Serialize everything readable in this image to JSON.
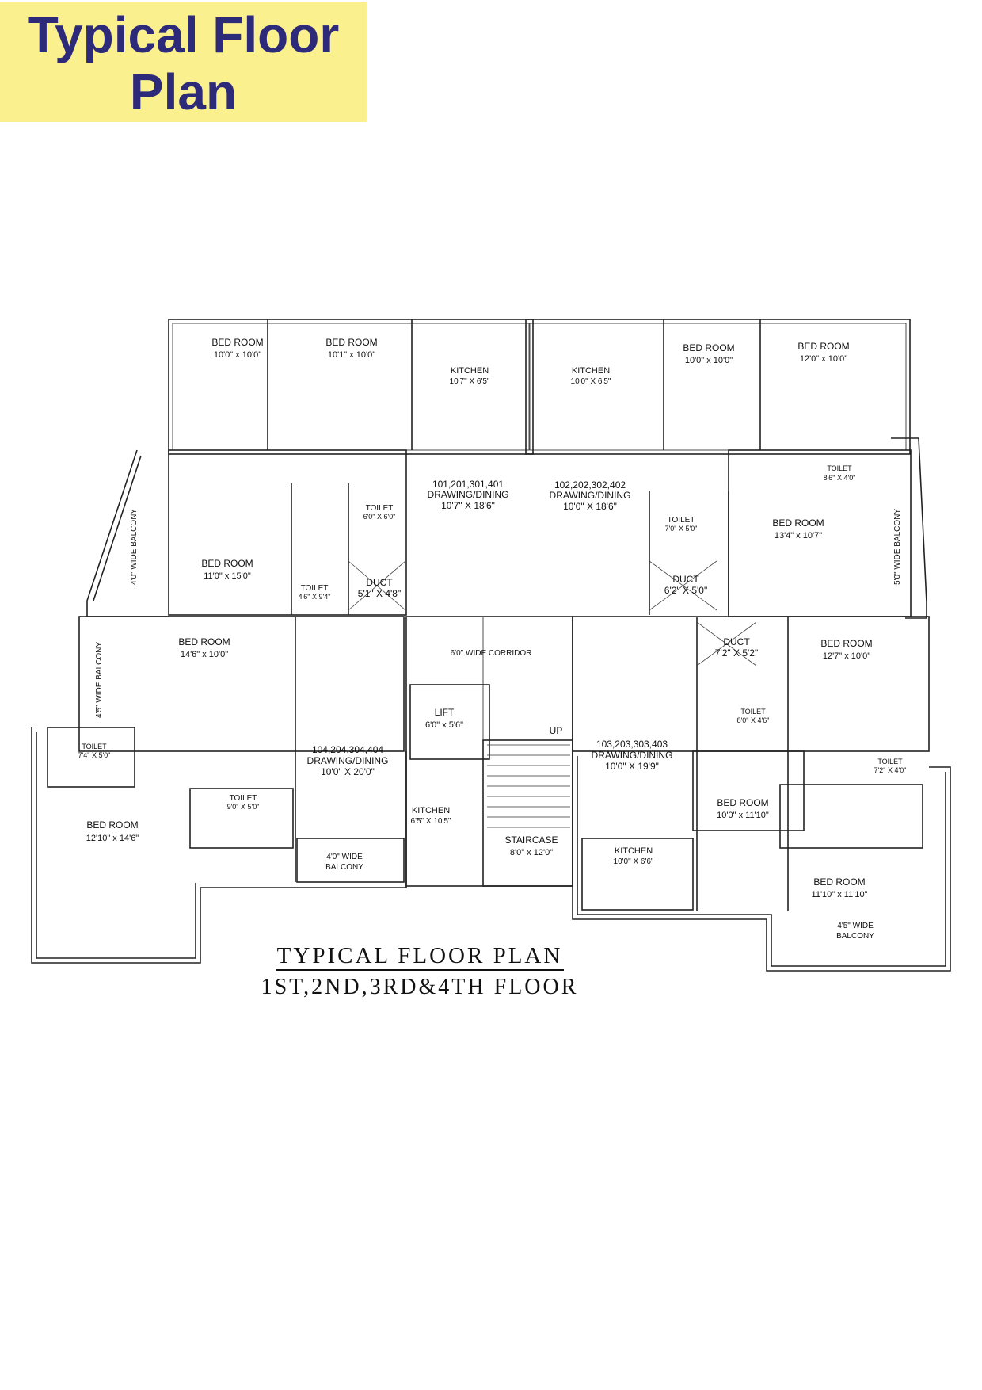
{
  "header": {
    "title_line1": "Typical Floor",
    "title_line2": "Plan",
    "background_color": "#fbf08e",
    "text_color": "#2e2a7a"
  },
  "caption": {
    "line1": "TYPICAL  FLOOR PLAN",
    "line2": "1ST,2ND,3RD&4TH  FLOOR"
  },
  "rooms": {
    "bed1": {
      "name": "BED ROOM",
      "size": "10'0\" x 10'0\""
    },
    "bed2": {
      "name": "BED ROOM",
      "size": "10'1\" x 10'0\""
    },
    "kitchen1": {
      "name": "KITCHEN",
      "size": "10'7\" X 6'5\""
    },
    "kitchen2": {
      "name": "KITCHEN",
      "size": "10'0\" X 6'5\""
    },
    "bed3": {
      "name": "BED ROOM",
      "size": "10'0\" x 10'0\""
    },
    "bed4": {
      "name": "BED ROOM",
      "size": "12'0\" x 10'0\""
    },
    "toilet_ne": {
      "name": "TOILET",
      "size": "8'6\" X 4'0\""
    },
    "drawing101": {
      "units": "101,201,301,401",
      "name": "DRAWING/DINING",
      "size": "10'7\" X 18'6\""
    },
    "drawing102": {
      "units": "102,202,302,402",
      "name": "DRAWING/DINING",
      "size": "10'0\" X 18'6\""
    },
    "toilet_a": {
      "name": "TOILET",
      "size": "6'0\" X 6'0\""
    },
    "toilet_b": {
      "name": "TOILET",
      "size": "4'6\" X 9'4\""
    },
    "duct1": {
      "name": "DUCT",
      "size": "5'1\" X 4'8\""
    },
    "toilet_c": {
      "name": "TOILET",
      "size": "7'0\" X 5'0\""
    },
    "duct2": {
      "name": "DUCT",
      "size": "6'2\" X 5'0\""
    },
    "bed5": {
      "name": "BED ROOM",
      "size": "13'4\" x 10'7\""
    },
    "bed6": {
      "name": "BED ROOM",
      "size": "11'0\" x 15'0\""
    },
    "balcony_w": {
      "label": "4'0\" WIDE BALCONY"
    },
    "balcony_e": {
      "label": "5'0\" WIDE BALCONY"
    },
    "bed7": {
      "name": "BED ROOM",
      "size": "14'6\" x 10'0\""
    },
    "balcony_w2": {
      "label": "4'5\" WIDE BALCONY"
    },
    "corridor": {
      "label": "6'0\" WIDE CORRIDOR"
    },
    "duct3": {
      "name": "DUCT",
      "size": "7'2\" X 5'2\""
    },
    "bed8": {
      "name": "BED ROOM",
      "size": "12'7\" x 10'0\""
    },
    "lift": {
      "name": "LIFT",
      "size": "6'0\" x 5'6\""
    },
    "up": {
      "label": "UP"
    },
    "toilet_d": {
      "name": "TOILET",
      "size": "8'0\" X 4'6\""
    },
    "toilet_e": {
      "name": "TOILET",
      "size": "7'4\" X 5'0\""
    },
    "drawing104": {
      "units": "104,204,304,404",
      "name": "DRAWING/DINING",
      "size": "10'0\" X 20'0\""
    },
    "drawing103": {
      "units": "103,203,303,403",
      "name": "DRAWING/DINING",
      "size": "10'0\" X 19'9\""
    },
    "toilet_f": {
      "name": "TOILET",
      "size": "7'2\" X 4'0\""
    },
    "toilet_g": {
      "name": "TOILET",
      "size": "9'0\" X 5'0\""
    },
    "kitchen3": {
      "name": "KITCHEN",
      "size": "6'5\" X 10'5\""
    },
    "bed9": {
      "name": "BED ROOM",
      "size": "10'0\" x 11'10\""
    },
    "bed10": {
      "name": "BED ROOM",
      "size": "12'10\" x 14'6\""
    },
    "staircase": {
      "name": "STAIRCASE",
      "size": "8'0\" x 12'0\""
    },
    "kitchen4": {
      "name": "KITCHEN",
      "size": "10'0\" X 6'6\""
    },
    "balcony_s": {
      "line1": "4'0\" WIDE",
      "line2": "BALCONY"
    },
    "bed11": {
      "name": "BED ROOM",
      "size": "11'10\" x 11'10\""
    },
    "balcony_se": {
      "line1": "4'5\" WIDE",
      "line2": "BALCONY"
    }
  }
}
